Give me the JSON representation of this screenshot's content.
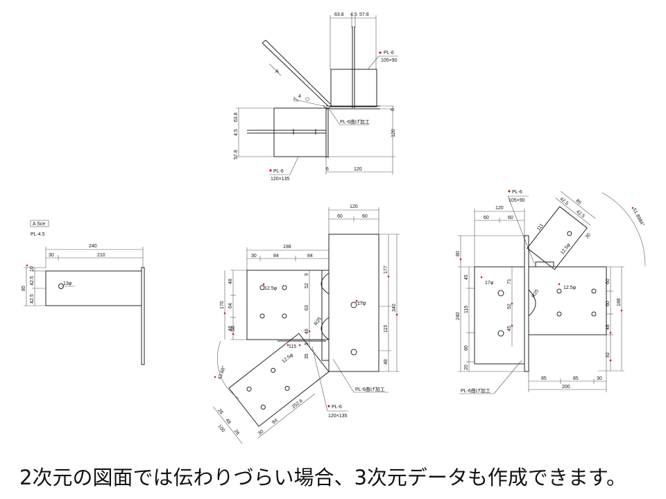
{
  "caption": "2次元の図面では伝わりづらい場合、3次元データも作成できます。",
  "top_view": {
    "dims_top": [
      "63.8",
      "4.5",
      "57.8"
    ],
    "plate_a_name": "PL-6",
    "plate_a_size": "105×90",
    "arrow_label": "A",
    "weld_label": "4",
    "bend_label": "PL-6曲げ加工",
    "dims_left": [
      "57.8",
      "4.5",
      "63.8"
    ],
    "dim_right_small": "6",
    "dim_right": "120",
    "dim_bottom_small": "6",
    "dim_bottom": "120",
    "plate_b_name": "PL-6",
    "plate_b_size": "120×135"
  },
  "view_a": {
    "title": "A Sce",
    "plate": "PL-4.5",
    "dim_top": "240",
    "dims_top_sub": [
      "30",
      "210"
    ],
    "dim_left_total": "85",
    "dims_left_sub": [
      "10",
      "42.5",
      "42.5"
    ],
    "hole": "13φ"
  },
  "middle_view": {
    "dim_top": "120",
    "dims_top_sub": [
      "60",
      "60"
    ],
    "dim_wide": "198",
    "dims_wide_sub": [
      "30",
      "84",
      "84"
    ],
    "dims_left_a": [
      "48",
      "64",
      "48"
    ],
    "dims_left_b": [
      "170",
      "58"
    ],
    "dims_inner": [
      "9",
      "52",
      "63",
      "46",
      "5"
    ],
    "hole_a": "12.5φ",
    "hole_b": "17φ",
    "radius": "R25",
    "dims_right": [
      "177",
      "340",
      "115",
      "48"
    ],
    "dim_115": "115",
    "dim_35": "35",
    "angle": "43.68°",
    "hole_c": "12.5φ",
    "dims_diag_a": [
      "26",
      "48",
      "26"
    ],
    "dim_100": "100",
    "dims_diag_b": [
      "30",
      "84",
      "252.6"
    ],
    "bend_label": "PL-6曲げ加工",
    "plate_name": "PL-6",
    "plate_size": "120×135"
  },
  "right_view": {
    "plate_name": "PL-6",
    "plate_size": "105×90",
    "dim_top": "120",
    "dims_top_sub": [
      "60",
      "60"
    ],
    "dims_diag": [
      "85",
      "42.5",
      "42.5"
    ],
    "angle": "51.8984°",
    "dim_111": "111",
    "hole_a": "12.5φ",
    "dim_30": "30",
    "dims_left": [
      "80",
      "45",
      "240",
      "115",
      "80",
      "20"
    ],
    "hole_b": "17φ",
    "dims_inner": [
      "71",
      "52",
      "45"
    ],
    "radius": "R25",
    "hole_c": "12.5φ",
    "dims_right": [
      "60",
      "60",
      "188",
      "48",
      "92"
    ],
    "dims_bottom": [
      "85",
      "85",
      "30"
    ],
    "dim_bottom_total": "200",
    "bend_label": "PL-6曲げ加工"
  }
}
